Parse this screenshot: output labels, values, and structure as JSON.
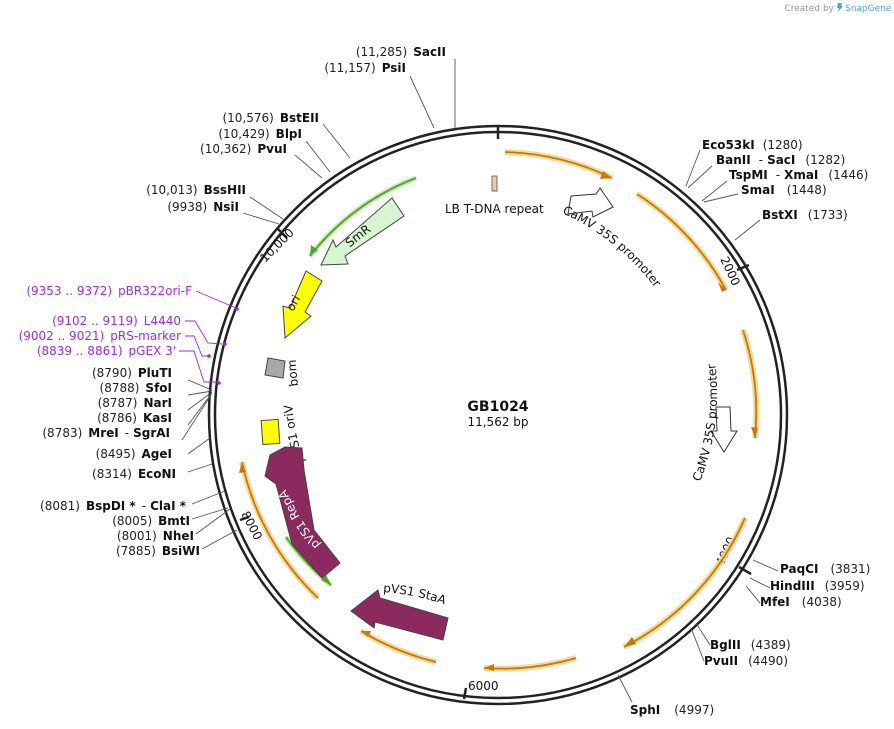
{
  "credit": {
    "prefix": "Created by",
    "brand": "SnapGene"
  },
  "plasmid": {
    "name": "GB1024",
    "size_label": "11,562 bp"
  },
  "colors": {
    "backbone": "#222222",
    "orf_stroke": "#d08a18",
    "orf_glow": "#f7d48a",
    "orf_green": "#4aa82a",
    "smr_fill": "#d8f5d2",
    "ori_fill": "#ffff00",
    "rep_fill": "#8b2a5e",
    "primer": "#9a2fd6",
    "bom_fill": "#a8a8a8",
    "lb_fill": "#f0c8a8"
  },
  "ticks": [
    "10,000",
    "2000",
    "4000",
    "6000",
    "8000"
  ],
  "enzymes_left": [
    {
      "pos": "(11,285)",
      "name": "SacII"
    },
    {
      "pos": "(11,157)",
      "name": "PsiI"
    },
    {
      "pos": "(10,576)",
      "name": "BstEII"
    },
    {
      "pos": "(10,429)",
      "name": "BlpI"
    },
    {
      "pos": "(10,362)",
      "name": "PvuI"
    },
    {
      "pos": "(10,013)",
      "name": "BssHII"
    },
    {
      "pos": "(9938)",
      "name": "NsiI"
    },
    {
      "pos": "(8790)",
      "name": "PluTI"
    },
    {
      "pos": "(8788)",
      "name": "SfoI"
    },
    {
      "pos": "(8787)",
      "name": "NarI"
    },
    {
      "pos": "(8786)",
      "name": "KasI"
    },
    {
      "pos": "(8783)",
      "name": "MreI",
      "name2": "SgrAI"
    },
    {
      "pos": "(8495)",
      "name": "AgeI"
    },
    {
      "pos": "(8314)",
      "name": "EcoNI"
    },
    {
      "pos": "(8081)",
      "name": "BspDI *",
      "name2": "ClaI *"
    },
    {
      "pos": "(8005)",
      "name": "BmtI"
    },
    {
      "pos": "(8001)",
      "name": "NheI"
    },
    {
      "pos": "(7885)",
      "name": "BsiWI"
    }
  ],
  "enzymes_right": [
    {
      "name": "Eco53kI",
      "pos": "(1280)"
    },
    {
      "name": "BanII",
      "name2": "SacI",
      "pos": "(1282)"
    },
    {
      "name": "TspMI",
      "name2": "XmaI",
      "pos": "(1446)"
    },
    {
      "name": "SmaI",
      "pos": "(1448)"
    },
    {
      "name": "BstXI",
      "pos": "(1733)"
    },
    {
      "name": "PaqCI",
      "pos": "(3831)"
    },
    {
      "name": "HindIII",
      "pos": "(3959)"
    },
    {
      "name": "MfeI",
      "pos": "(4038)"
    },
    {
      "name": "BglII",
      "pos": "(4389)"
    },
    {
      "name": "PvuII",
      "pos": "(4490)"
    },
    {
      "name": "SphI",
      "pos": "(4997)"
    }
  ],
  "primers": [
    {
      "range": "(9353 .. 9372)",
      "name": "pBR322ori-F"
    },
    {
      "range": "(9102 .. 9119)",
      "name": "L4440"
    },
    {
      "range": "(9002 .. 9021)",
      "name": "pRS-marker"
    },
    {
      "range": "(8839 .. 8861)",
      "name": "pGEX 3'"
    }
  ],
  "features": {
    "lb": "LB T-DNA repeat",
    "camv1": "CaMV 35S promoter",
    "camv2": "CaMV 35S promoter",
    "smr": "SmR",
    "ori": "ori",
    "bom": "bom",
    "orv": "pVS1 oriV",
    "repa": "pVS1 RepA",
    "staa": "pVS1 StaA"
  }
}
